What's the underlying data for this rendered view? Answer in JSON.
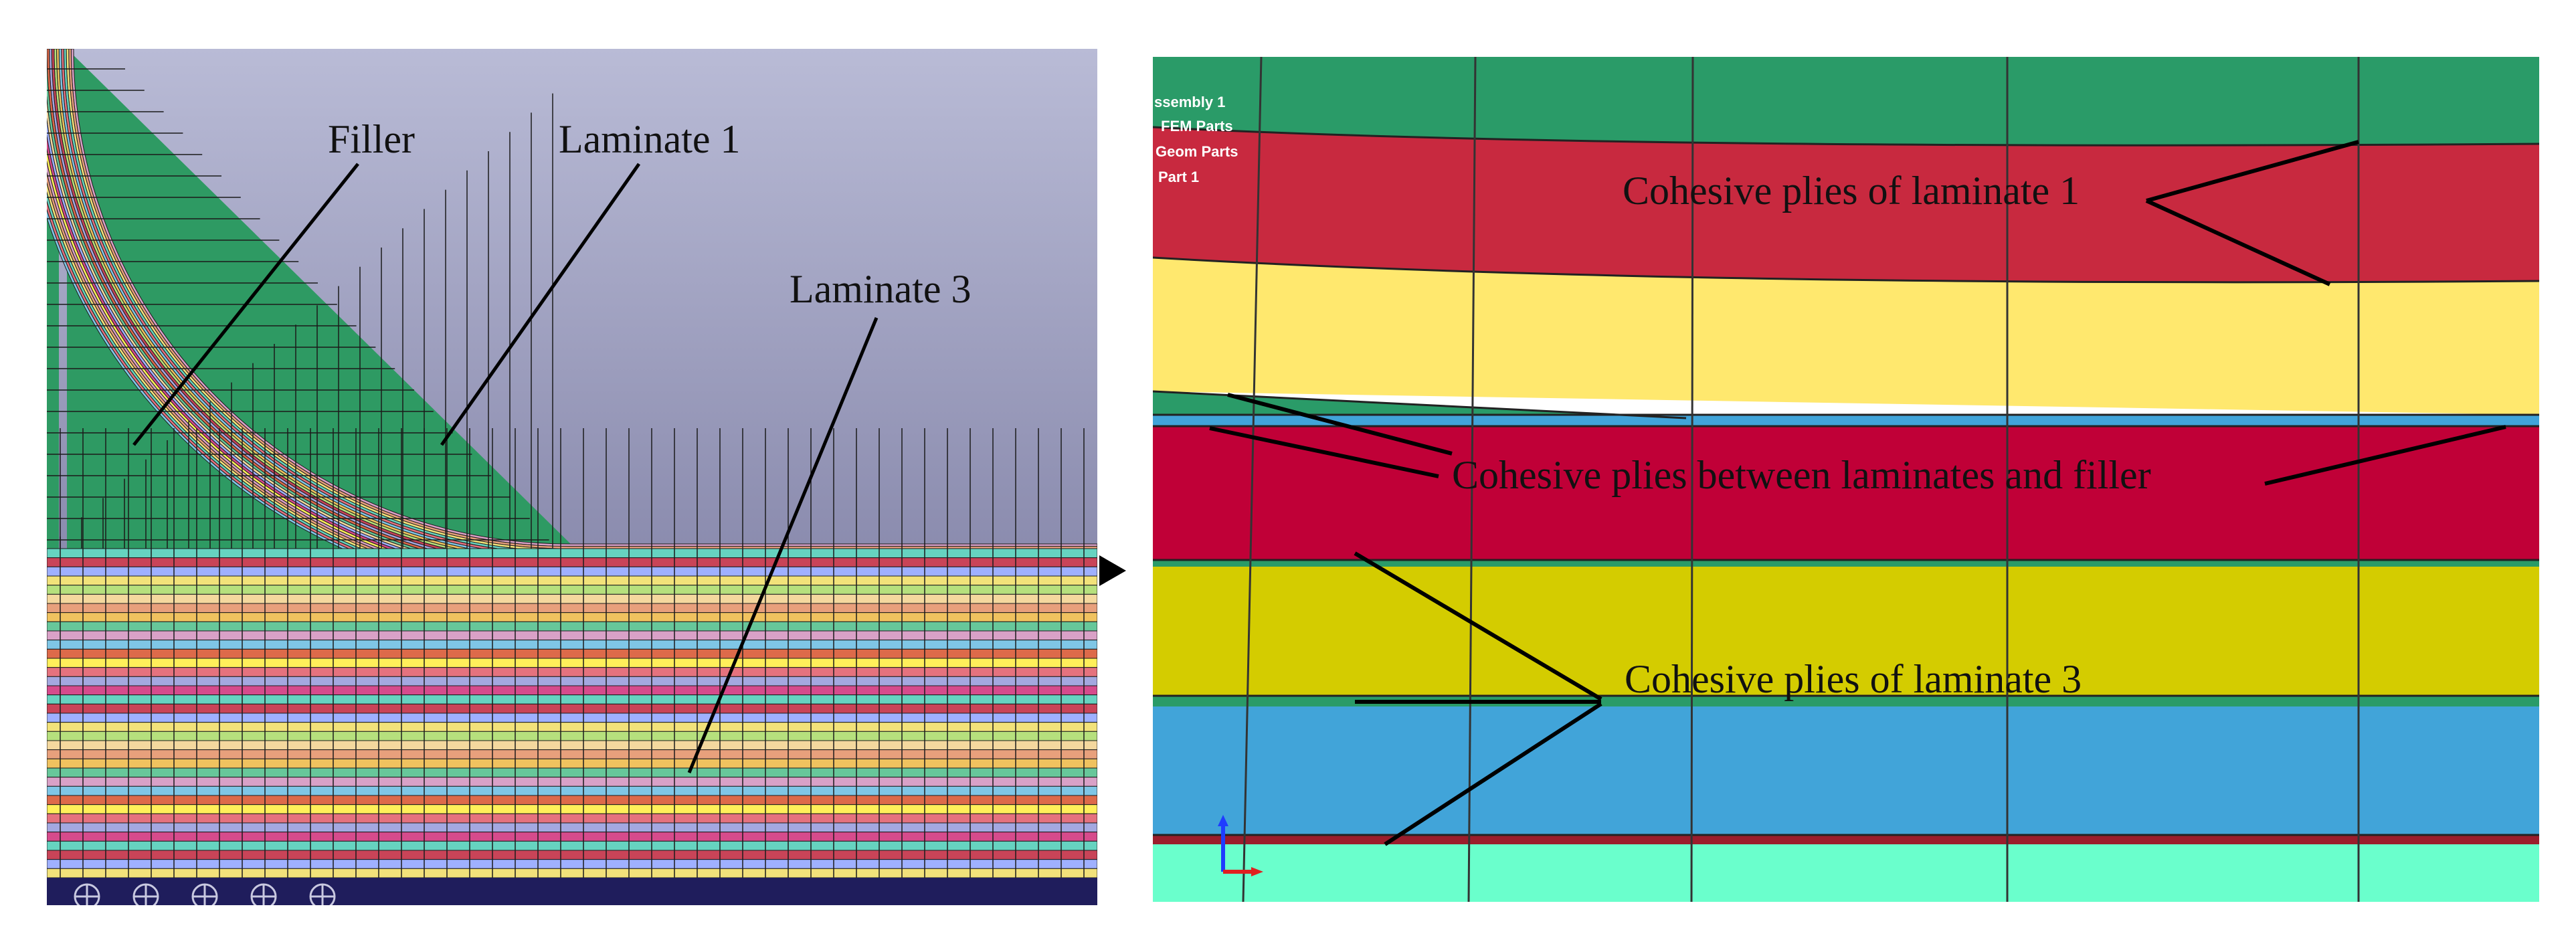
{
  "left_panel": {
    "labels": {
      "filler": "Filler",
      "laminate_1": "Laminate 1",
      "laminate_3": "Laminate 3"
    },
    "colors": {
      "background_top": "#b9bbd6",
      "background_bottom": "#6a6a92",
      "filler": "#2e9a63",
      "mesh_line": "#1b1b1b",
      "base_bar": "#1f1d5c",
      "ply_palette": [
        "#d9a1c7",
        "#e8a07c",
        "#f2e27a",
        "#66d3c0",
        "#e5727e",
        "#7fc6e6",
        "#f0c25f",
        "#b6e07d",
        "#c94458",
        "#a4a8e0",
        "#dd6a4a",
        "#67c79a",
        "#f4d89e",
        "#9fb0ff",
        "#d64b8c",
        "#ffef5a"
      ]
    },
    "icon_count": 5
  },
  "arrow": {
    "icon": "play-triangle"
  },
  "right_panel": {
    "model_tree": [
      "ssembly 1",
      "FEM Parts",
      "Geom Parts",
      "Part 1"
    ],
    "labels": {
      "cohesive_laminate_1": "Cohesive plies of laminate 1",
      "cohesive_between": "Cohesive plies between laminates and filler",
      "cohesive_laminate_3": "Cohesive plies of laminate 3"
    },
    "colors": {
      "green": "#2a9b68",
      "red_upper": "#c8293f",
      "yellow_pale": "#ffe86e",
      "red_lower": "#c00037",
      "olive_yellow": "#d4cc00",
      "blue": "#41a4d9",
      "maroon_thin": "#9b1d2c",
      "aqua": "#6affcc",
      "axis_y": "#1f3cff",
      "axis_x": "#e02020"
    }
  }
}
